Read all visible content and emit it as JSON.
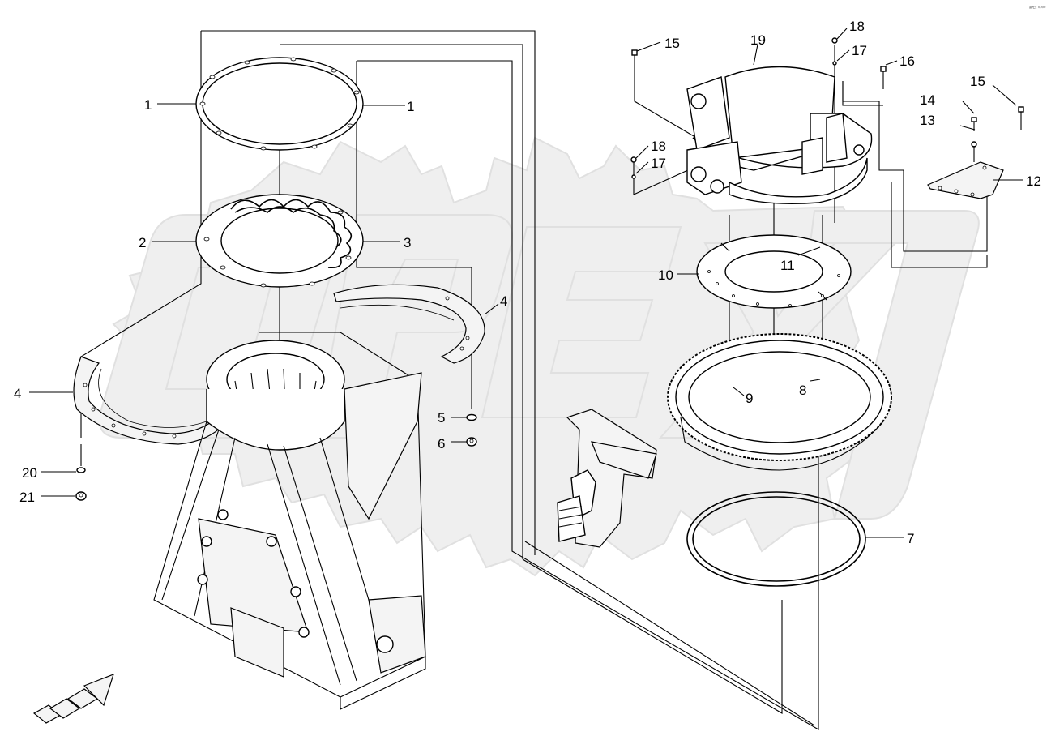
{
  "corner_tag": "ᵃᴾᴱˣ ⁰⁰⁰⁰",
  "callouts": {
    "c1a": "1",
    "c1b": "1",
    "c2": "2",
    "c3": "3",
    "c4a": "4",
    "c4b": "4",
    "c5": "5",
    "c6": "6",
    "c7": "7",
    "c8": "8",
    "c9": "9",
    "c10": "10",
    "c11": "11",
    "c12": "12",
    "c13": "13",
    "c14": "14",
    "c15a": "15",
    "c15b": "15",
    "c16": "16",
    "c17a": "17",
    "c17b": "17",
    "c18a": "18",
    "c18b": "18",
    "c19": "19",
    "c20": "20",
    "c21": "21"
  },
  "icons": {
    "orientation_arrow": "direction-arrow-icon",
    "watermark": "apex-gear-watermark-icon"
  }
}
